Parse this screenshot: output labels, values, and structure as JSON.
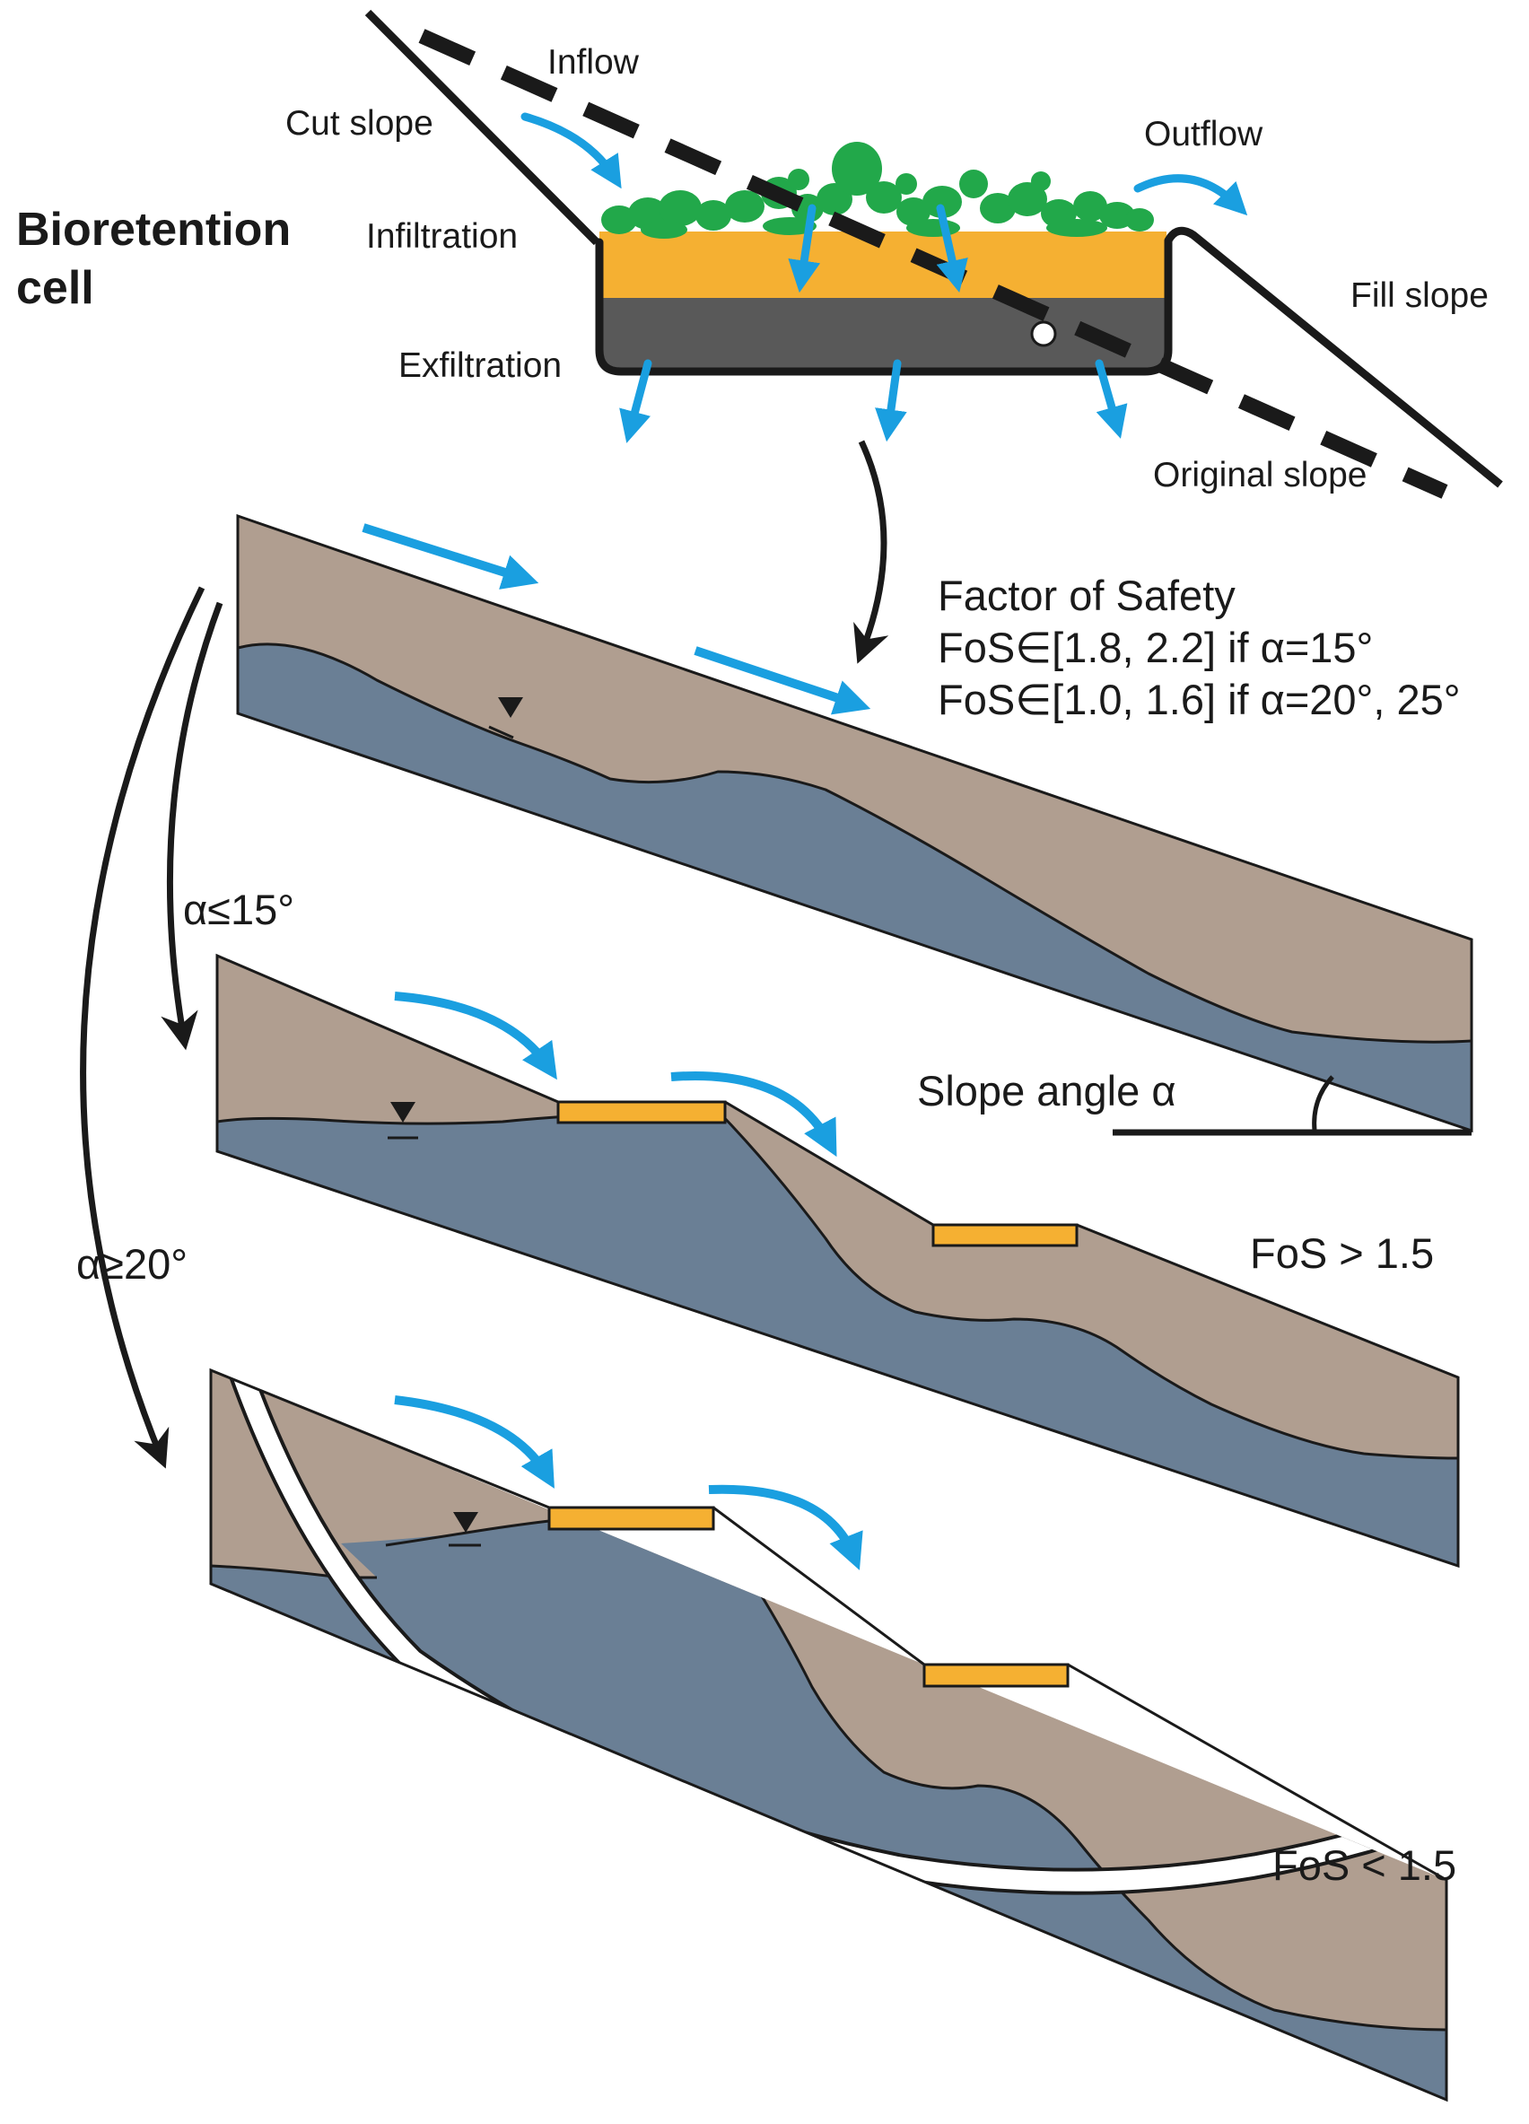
{
  "title": {
    "line1": "Bioretention",
    "line2": "cell"
  },
  "bioretention_labels": {
    "inflow": "Inflow",
    "cut_slope": "Cut slope",
    "outflow": "Outflow",
    "infiltration": "Infiltration",
    "fill_slope": "Fill slope",
    "exfiltration": "Exfiltration",
    "original_slope": "Original slope"
  },
  "factor_of_safety": {
    "heading": "Factor of Safety",
    "line1": "FoS∈[1.8, 2.2] if α=15°",
    "line2": "FoS∈[1.0, 1.6] if α=20°, 25°"
  },
  "branches": {
    "gentle": "α≤15°",
    "steep": "α≥20°"
  },
  "slope_angle_label": "Slope angle α",
  "panel_results": {
    "stable": "FoS > 1.5",
    "unstable": "FoS < 1.5"
  },
  "colors": {
    "soil": "#b09e90",
    "groundwater": "#6a7f95",
    "gravel": "#595959",
    "media": "#f5b032",
    "vegetation": "#22a84a",
    "flow_arrow": "#1a9fe0",
    "outline": "#1a1a1a"
  }
}
